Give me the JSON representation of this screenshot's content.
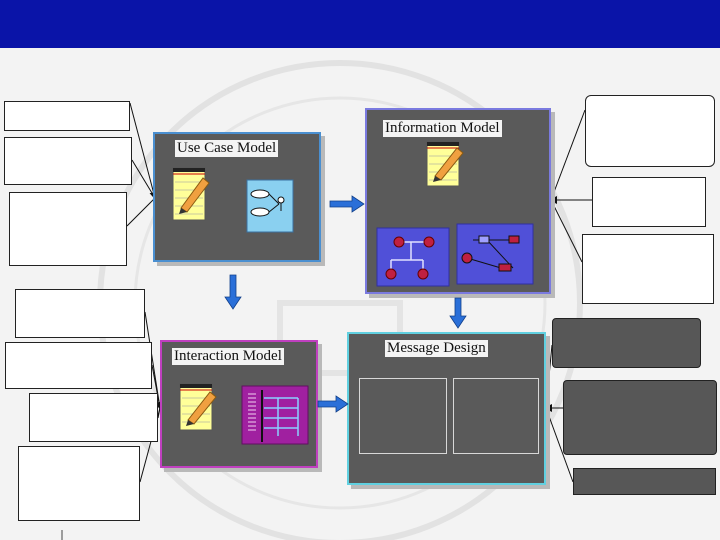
{
  "header": {
    "background": "#0a14a8"
  },
  "models": {
    "use_case": {
      "title": "Use Case Model"
    },
    "information": {
      "title": "Information Model"
    },
    "interaction": {
      "title": "Interaction Model"
    },
    "message": {
      "title": "Message Design"
    }
  },
  "colors": {
    "panel": "#5a5a5a",
    "use_case_border": "#4a8fd0",
    "information_border": "#7a7adf",
    "interaction_border": "#c040c0",
    "message_border": "#60d0e0",
    "arrow": "#2a6fd8",
    "note_yellow": "#ffff99",
    "note_red_line": "#cc0000"
  },
  "icons": [
    "notepad-pencil-icon",
    "use-case-diagram-icon",
    "class-diagram-icon",
    "object-diagram-icon",
    "sequence-diagram-icon"
  ]
}
